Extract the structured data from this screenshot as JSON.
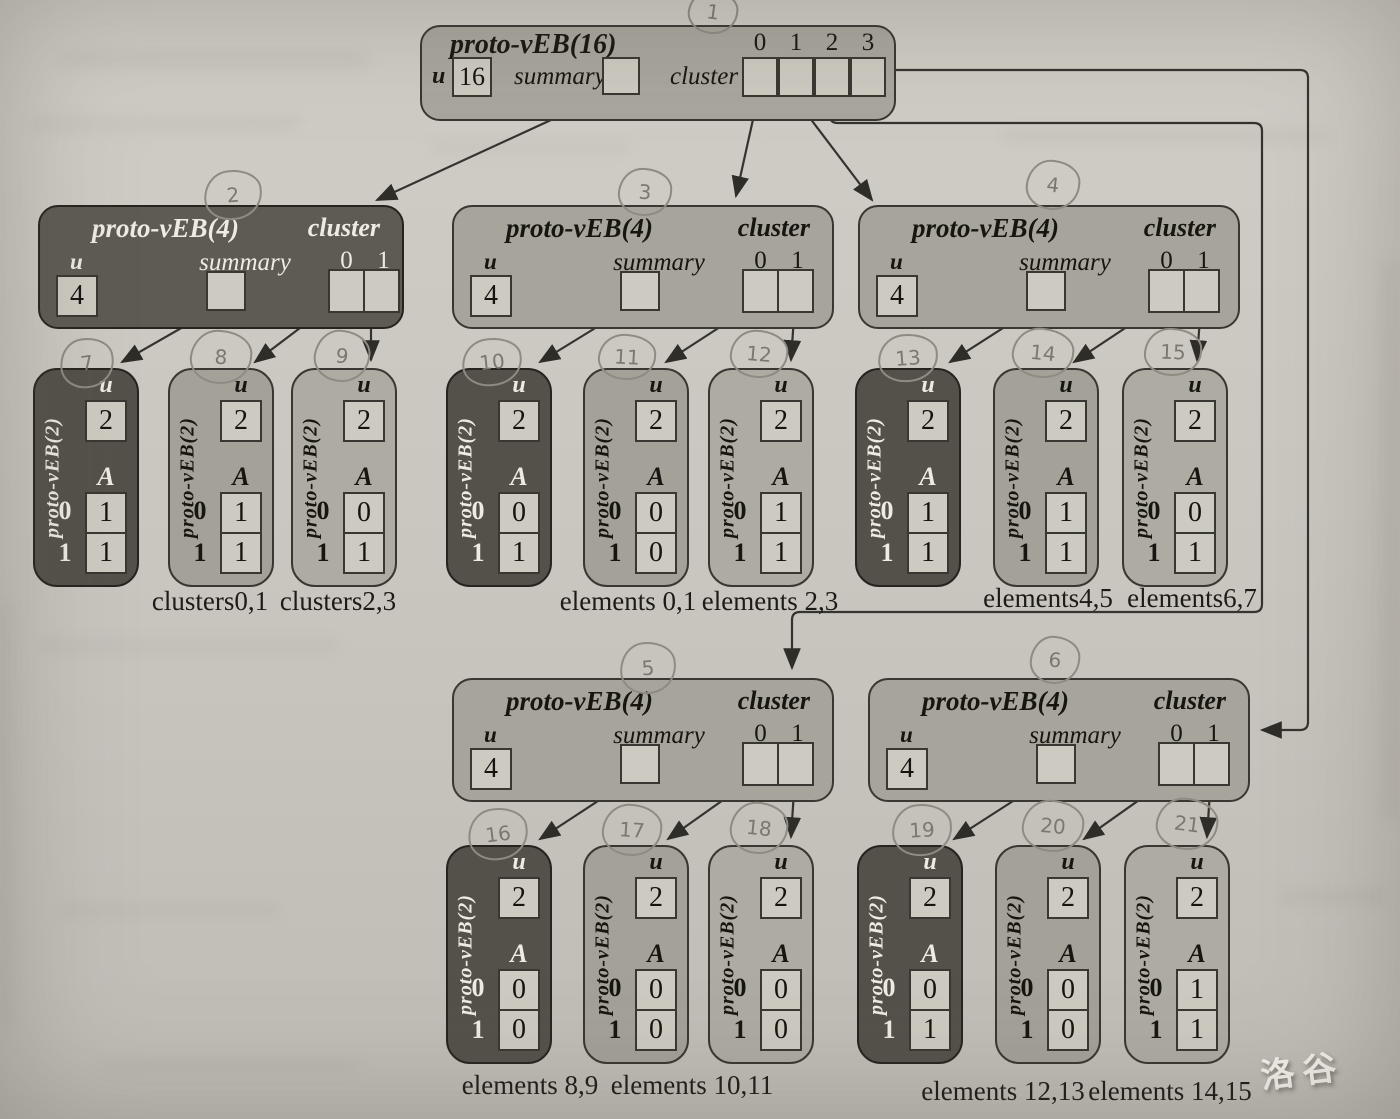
{
  "watermark": "洛谷",
  "top": {
    "badge": "1",
    "title": "proto-vEB(16)",
    "u_label": "u",
    "u_value": "16",
    "summary_label": "summary",
    "cluster_label": "cluster",
    "indices": [
      "0",
      "1",
      "2",
      "3"
    ]
  },
  "veb4": [
    {
      "badge": "2",
      "title": "proto-vEB(4)",
      "u_label": "u",
      "u_value": "4",
      "summary_label": "summary",
      "cluster_label": "cluster",
      "indices": [
        "0",
        "1"
      ]
    },
    {
      "badge": "3",
      "title": "proto-vEB(4)",
      "u_label": "u",
      "u_value": "4",
      "summary_label": "summary",
      "cluster_label": "cluster",
      "indices": [
        "0",
        "1"
      ]
    },
    {
      "badge": "4",
      "title": "proto-vEB(4)",
      "u_label": "u",
      "u_value": "4",
      "summary_label": "summary",
      "cluster_label": "cluster",
      "indices": [
        "0",
        "1"
      ]
    },
    {
      "badge": "5",
      "title": "proto-vEB(4)",
      "u_label": "u",
      "u_value": "4",
      "summary_label": "summary",
      "cluster_label": "cluster",
      "indices": [
        "0",
        "1"
      ]
    },
    {
      "badge": "6",
      "title": "proto-vEB(4)",
      "u_label": "u",
      "u_value": "4",
      "summary_label": "summary",
      "cluster_label": "cluster",
      "indices": [
        "0",
        "1"
      ]
    }
  ],
  "veb2": [
    {
      "badge": "7",
      "title": "proto-vEB(2)",
      "u_label": "u",
      "u_value": "2",
      "a_label": "A",
      "rows": [
        {
          "idx": "0",
          "val": "1"
        },
        {
          "idx": "1",
          "val": "1"
        }
      ]
    },
    {
      "badge": "8",
      "title": "proto-vEB(2)",
      "u_label": "u",
      "u_value": "2",
      "a_label": "A",
      "rows": [
        {
          "idx": "0",
          "val": "1"
        },
        {
          "idx": "1",
          "val": "1"
        }
      ]
    },
    {
      "badge": "9",
      "title": "proto-vEB(2)",
      "u_label": "u",
      "u_value": "2",
      "a_label": "A",
      "rows": [
        {
          "idx": "0",
          "val": "0"
        },
        {
          "idx": "1",
          "val": "1"
        }
      ]
    },
    {
      "badge": "10",
      "title": "proto-vEB(2)",
      "u_label": "u",
      "u_value": "2",
      "a_label": "A",
      "rows": [
        {
          "idx": "0",
          "val": "0"
        },
        {
          "idx": "1",
          "val": "1"
        }
      ]
    },
    {
      "badge": "11",
      "title": "proto-vEB(2)",
      "u_label": "u",
      "u_value": "2",
      "a_label": "A",
      "rows": [
        {
          "idx": "0",
          "val": "0"
        },
        {
          "idx": "1",
          "val": "0"
        }
      ]
    },
    {
      "badge": "12",
      "title": "proto-vEB(2)",
      "u_label": "u",
      "u_value": "2",
      "a_label": "A",
      "rows": [
        {
          "idx": "0",
          "val": "1"
        },
        {
          "idx": "1",
          "val": "1"
        }
      ]
    },
    {
      "badge": "13",
      "title": "proto-vEB(2)",
      "u_label": "u",
      "u_value": "2",
      "a_label": "A",
      "rows": [
        {
          "idx": "0",
          "val": "1"
        },
        {
          "idx": "1",
          "val": "1"
        }
      ]
    },
    {
      "badge": "14",
      "title": "proto-vEB(2)",
      "u_label": "u",
      "u_value": "2",
      "a_label": "A",
      "rows": [
        {
          "idx": "0",
          "val": "1"
        },
        {
          "idx": "1",
          "val": "1"
        }
      ]
    },
    {
      "badge": "15",
      "title": "proto-vEB(2)",
      "u_label": "u",
      "u_value": "2",
      "a_label": "A",
      "rows": [
        {
          "idx": "0",
          "val": "0"
        },
        {
          "idx": "1",
          "val": "1"
        }
      ]
    },
    {
      "badge": "16",
      "title": "proto-vEB(2)",
      "u_label": "u",
      "u_value": "2",
      "a_label": "A",
      "rows": [
        {
          "idx": "0",
          "val": "0"
        },
        {
          "idx": "1",
          "val": "0"
        }
      ]
    },
    {
      "badge": "17",
      "title": "proto-vEB(2)",
      "u_label": "u",
      "u_value": "2",
      "a_label": "A",
      "rows": [
        {
          "idx": "0",
          "val": "0"
        },
        {
          "idx": "1",
          "val": "0"
        }
      ]
    },
    {
      "badge": "18",
      "title": "proto-vEB(2)",
      "u_label": "u",
      "u_value": "2",
      "a_label": "A",
      "rows": [
        {
          "idx": "0",
          "val": "0"
        },
        {
          "idx": "1",
          "val": "0"
        }
      ]
    },
    {
      "badge": "19",
      "title": "proto-vEB(2)",
      "u_label": "u",
      "u_value": "2",
      "a_label": "A",
      "rows": [
        {
          "idx": "0",
          "val": "0"
        },
        {
          "idx": "1",
          "val": "1"
        }
      ]
    },
    {
      "badge": "20",
      "title": "proto-vEB(2)",
      "u_label": "u",
      "u_value": "2",
      "a_label": "A",
      "rows": [
        {
          "idx": "0",
          "val": "0"
        },
        {
          "idx": "1",
          "val": "0"
        }
      ]
    },
    {
      "badge": "21",
      "title": "proto-vEB(2)",
      "u_label": "u",
      "u_value": "2",
      "a_label": "A",
      "rows": [
        {
          "idx": "0",
          "val": "1"
        },
        {
          "idx": "1",
          "val": "1"
        }
      ]
    }
  ],
  "captions": [
    "clusters0,1",
    "clusters2,3",
    "elements 0,1",
    "elements 2,3",
    "elements4,5",
    "elements6,7",
    "elements 8,9",
    "elements 10,11",
    "elements 12,13",
    "elements 14,15"
  ]
}
